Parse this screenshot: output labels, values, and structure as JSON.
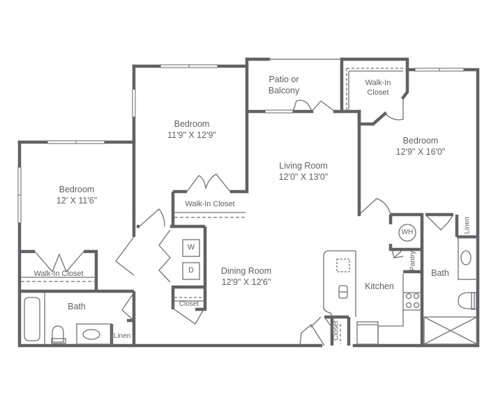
{
  "floor_plan": {
    "colors": {
      "wall": "#616163",
      "thin_line": "#707072",
      "text": "#5f5f61",
      "background": "#ffffff"
    },
    "rooms": [
      {
        "id": "bedroom-left",
        "name": "Bedroom",
        "dimensions": "12' X 11'6\""
      },
      {
        "id": "bedroom-middle",
        "name": "Bedroom",
        "dimensions": "11'9\" X 12'9\""
      },
      {
        "id": "bedroom-right",
        "name": "Bedroom",
        "dimensions": "12'9\" X 16'0\""
      },
      {
        "id": "living-room",
        "name": "Living Room",
        "dimensions": "12'0\" X 13'0\""
      },
      {
        "id": "dining-room",
        "name": "Dining Room",
        "dimensions": "12'9\" X 12'6\""
      },
      {
        "id": "patio",
        "name": "Patio or",
        "name2": "Balcony"
      },
      {
        "id": "kitchen",
        "name": "Kitchen"
      },
      {
        "id": "bath-left",
        "name": "Bath"
      },
      {
        "id": "bath-right",
        "name": "Bath"
      }
    ],
    "closets": {
      "walkin_left": "Walk-In Closet",
      "walkin_middle": "Walk-In Closet",
      "walkin_right_1": "Walk-In",
      "walkin_right_2": "Closet",
      "hall_closet": "Closet",
      "kitchen_closet": "Closet",
      "linen_left": "Linen",
      "linen_right": "Linen",
      "pantry": "Pantry"
    },
    "appliances": {
      "washer": "W",
      "dryer": "D",
      "water_heater": "WH"
    }
  }
}
